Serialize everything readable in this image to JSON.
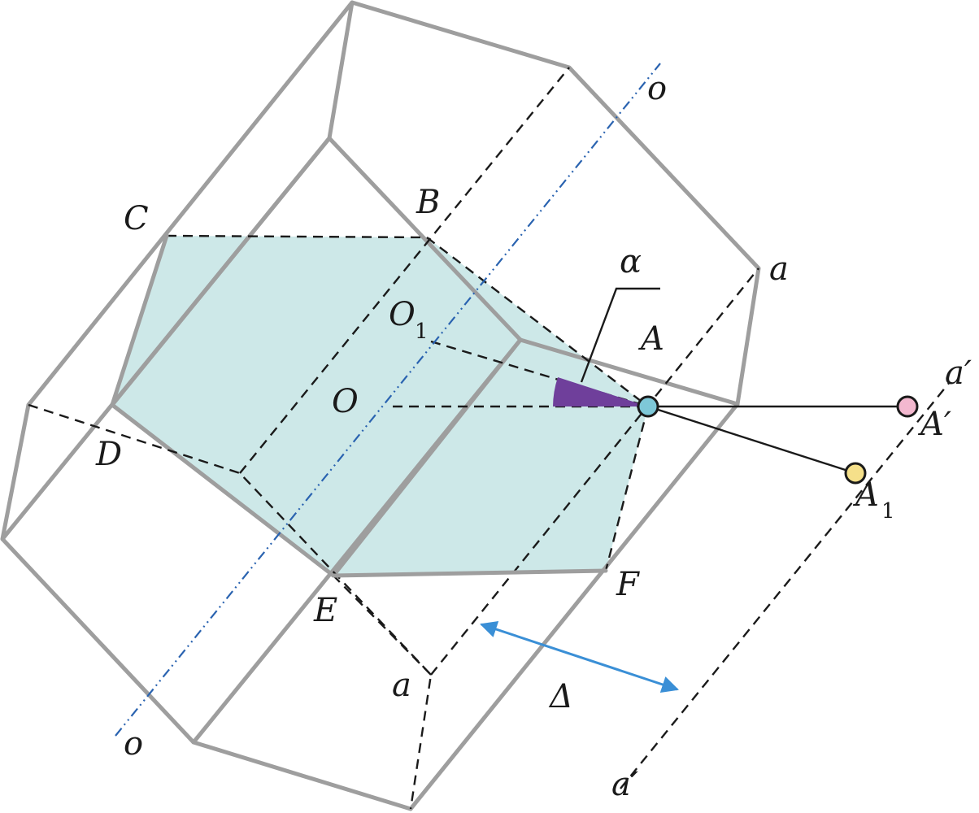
{
  "colors": {
    "shaded_plane": "#cde8e8",
    "crystal_edges": "#9e9e9e",
    "axis_line": "#2a63b0",
    "delta_arrow": "#3a8fd6",
    "angle_fill": "#6f3f9b",
    "point_A": "#7ec8d8",
    "point_A_prime": "#f3b8cf",
    "point_A1": "#f5e08a"
  },
  "labels": {
    "C": "C",
    "B": "B",
    "D": "D",
    "E": "E",
    "F": "F",
    "A": "A",
    "O": "O",
    "O1": "O",
    "O1_sub": "1",
    "alpha": "α",
    "a_top": "a",
    "a_bottom": "a",
    "a_prime_top": "a′",
    "a_prime_bottom": "a′",
    "A_prime": "A′",
    "A1": "A",
    "A1_sub": "1",
    "o_top": "o",
    "o_bottom": "o",
    "delta": "Δ"
  }
}
